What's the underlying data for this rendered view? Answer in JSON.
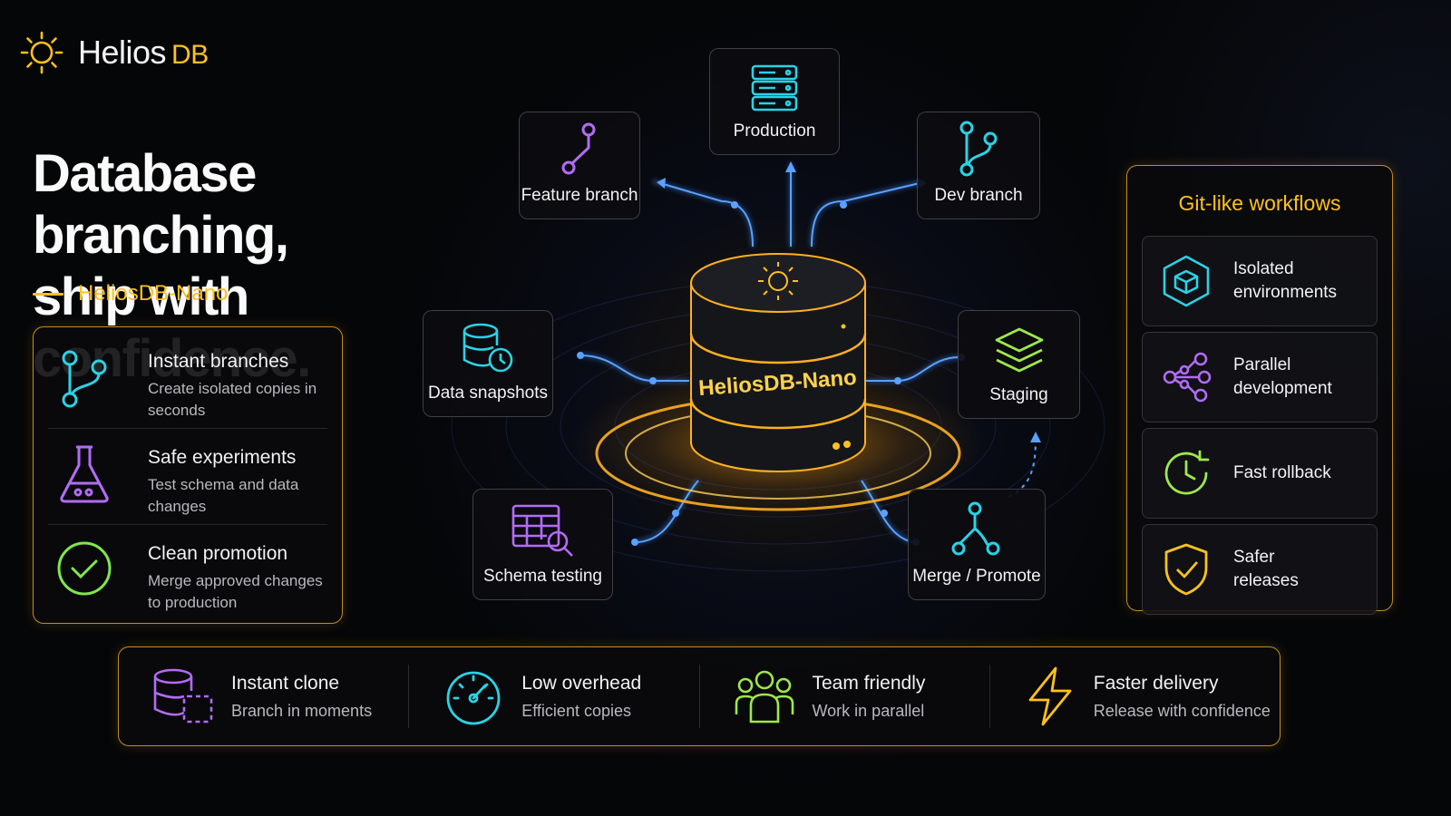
{
  "brand": {
    "name": "Helios",
    "suffix": "DB"
  },
  "hero": {
    "title_line1": "Database branching,",
    "title_line2": "ship with confidence.",
    "product": "HeliosDB-Nano"
  },
  "features": [
    {
      "title": "Instant branches",
      "desc": "Create isolated copies in seconds",
      "icon": "git-branch-icon",
      "color": "#29d3e6"
    },
    {
      "title": "Safe experiments",
      "desc": "Test schema and data changes",
      "icon": "flask-icon",
      "color": "#b16cf5"
    },
    {
      "title": "Clean promotion",
      "desc": "Merge approved changes to production",
      "icon": "check-circle-icon",
      "color": "#7fe84a"
    }
  ],
  "diagram": {
    "center_label": "HeliosDB-Nano",
    "nodes": {
      "production": "Production",
      "feature_branch": "Feature branch",
      "dev_branch": "Dev branch",
      "data_snapshots": "Data snapshots",
      "staging": "Staging",
      "schema_testing": "Schema testing",
      "merge_promote": "Merge / Promote"
    }
  },
  "workflows": {
    "title": "Git-like workflows",
    "items": [
      {
        "label": "Isolated environments",
        "icon": "cube-icon",
        "color": "#29d3e6"
      },
      {
        "label": "Parallel development",
        "icon": "network-icon",
        "color": "#b16cf5"
      },
      {
        "label": "Fast rollback",
        "icon": "clock-rollback-icon",
        "color": "#9ee84a"
      },
      {
        "label": "Safer releases",
        "icon": "shield-check-icon",
        "color": "#ffc21a"
      }
    ]
  },
  "benefits": [
    {
      "title": "Instant clone",
      "desc": "Branch in moments",
      "icon": "database-clone-icon",
      "color": "#b16cf5"
    },
    {
      "title": "Low overhead",
      "desc": "Efficient copies",
      "icon": "gauge-icon",
      "color": "#29d3e6"
    },
    {
      "title": "Team friendly",
      "desc": "Work in parallel",
      "icon": "team-icon",
      "color": "#9ee84a"
    },
    {
      "title": "Faster delivery",
      "desc": "Release with confidence",
      "icon": "lightning-icon",
      "color": "#ffc21a"
    }
  ],
  "colors": {
    "accent": "#ffc21a",
    "connector": "#3f8cff"
  }
}
